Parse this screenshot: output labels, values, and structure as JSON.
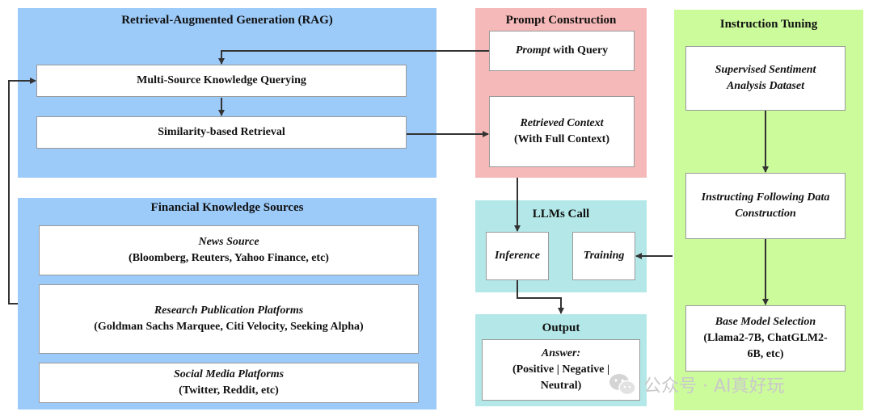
{
  "rag": {
    "title": "Retrieval-Augmented Generation (RAG)",
    "query_box": "Multi-Source Knowledge Querying",
    "retrieval_box": "Similarity-based Retrieval"
  },
  "sources": {
    "title": "Financial Knowledge Sources",
    "items": [
      {
        "name": "News Source",
        "detail": "(Bloomberg, Reuters, Yahoo Finance, etc)"
      },
      {
        "name": "Research Publication Platforms",
        "detail": "(Goldman Sachs Marquee, Citi Velocity, Seeking Alpha)"
      },
      {
        "name": "Social Media Platforms",
        "detail": "(Twitter, Reddit, etc)"
      }
    ]
  },
  "prompt": {
    "title": "Prompt Construction",
    "query_italic": "Prompt",
    "query_rest": " with Query",
    "context_line1": "Retrieved Context",
    "context_line2": "(With Full Context)"
  },
  "llm": {
    "title": "LLMs Call",
    "inference": "Inference",
    "training": "Training"
  },
  "output": {
    "title": "Output",
    "answer_label": "Answer:",
    "answer_line1": "(Positive | Negative |",
    "answer_line2": "Neutral)"
  },
  "tuning": {
    "title": "Instruction Tuning",
    "dataset_line1": "Supervised Sentiment",
    "dataset_line2": "Analysis Dataset",
    "construct_line1": "Instructing Following Data",
    "construct_line2": "Construction",
    "base_line1": "Base Model Selection",
    "base_line2": "(Llama2-7B, ChatGLM2-",
    "base_line3": "6B, etc)"
  },
  "watermark": "公众号 · AI真好玩",
  "colors": {
    "rag_panel": "#9ccaf9",
    "prompt_panel": "#f6b9b9",
    "llm_panel": "#b4e8e8",
    "tuning_panel": "#ccfb9c",
    "arrow": "#333333"
  }
}
